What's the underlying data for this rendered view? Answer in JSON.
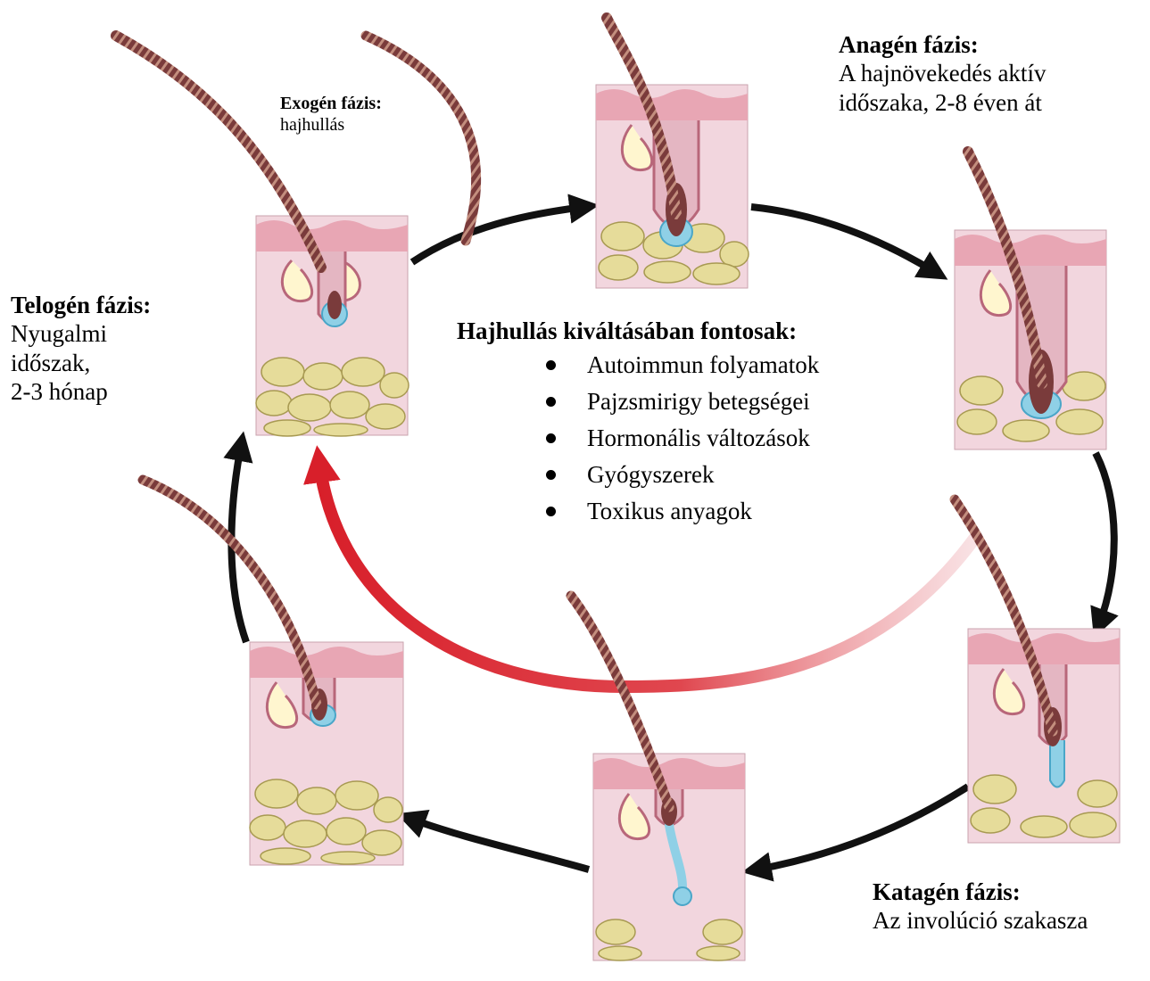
{
  "phases": {
    "anagen": {
      "title": "Anagén fázis:",
      "desc": "A hajnövekedés aktív\nidőszaka, 2-8 éven át"
    },
    "exogen": {
      "title": "Exogén fázis:",
      "desc": "hajhullás"
    },
    "telogen": {
      "title": "Telogén fázis:",
      "desc": "Nyugalmi\nidőszak,\n 2-3  hónap"
    },
    "katagen": {
      "title": "Katagén fázis:",
      "desc": "Az involúció szakasza"
    }
  },
  "triggers": {
    "heading": "Hajhullás kiváltásában fontosak:",
    "items": [
      "Autoimmun folyamatok",
      "Pajzsmirigy betegségei",
      "Hormonális változások",
      "Gyógyszerek",
      "Toxikus anyagok"
    ]
  },
  "colors": {
    "skin_top": "#e8a6b4",
    "dermis": "#f2d6de",
    "fat": "#e6dc9a",
    "hair": "#7a3b3b",
    "bulb_blue": "#8fd0e6",
    "arrow": "#111111",
    "red_arrow": "#d81f2a"
  },
  "icons": [
    "follicle-illustration",
    "cycle-arrow",
    "red-return-arrow"
  ]
}
